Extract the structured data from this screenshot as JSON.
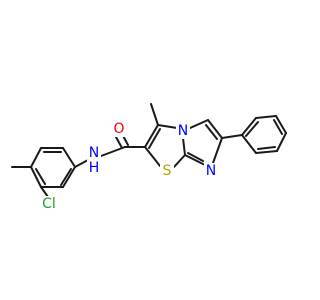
{
  "molecule": {
    "atom_labels": {
      "oxygen": "O",
      "amide_nh": "N",
      "amide_h": "H",
      "chlorine": "Cl",
      "sulfur": "S",
      "bridge_n": "N",
      "imine_n": "N"
    },
    "colors": {
      "bond": "#1a1a1a",
      "oxygen": "#ff0000",
      "nitrogen": "#0000ff",
      "sulfur": "#b8a000",
      "chlorine": "#1fa01f"
    }
  }
}
